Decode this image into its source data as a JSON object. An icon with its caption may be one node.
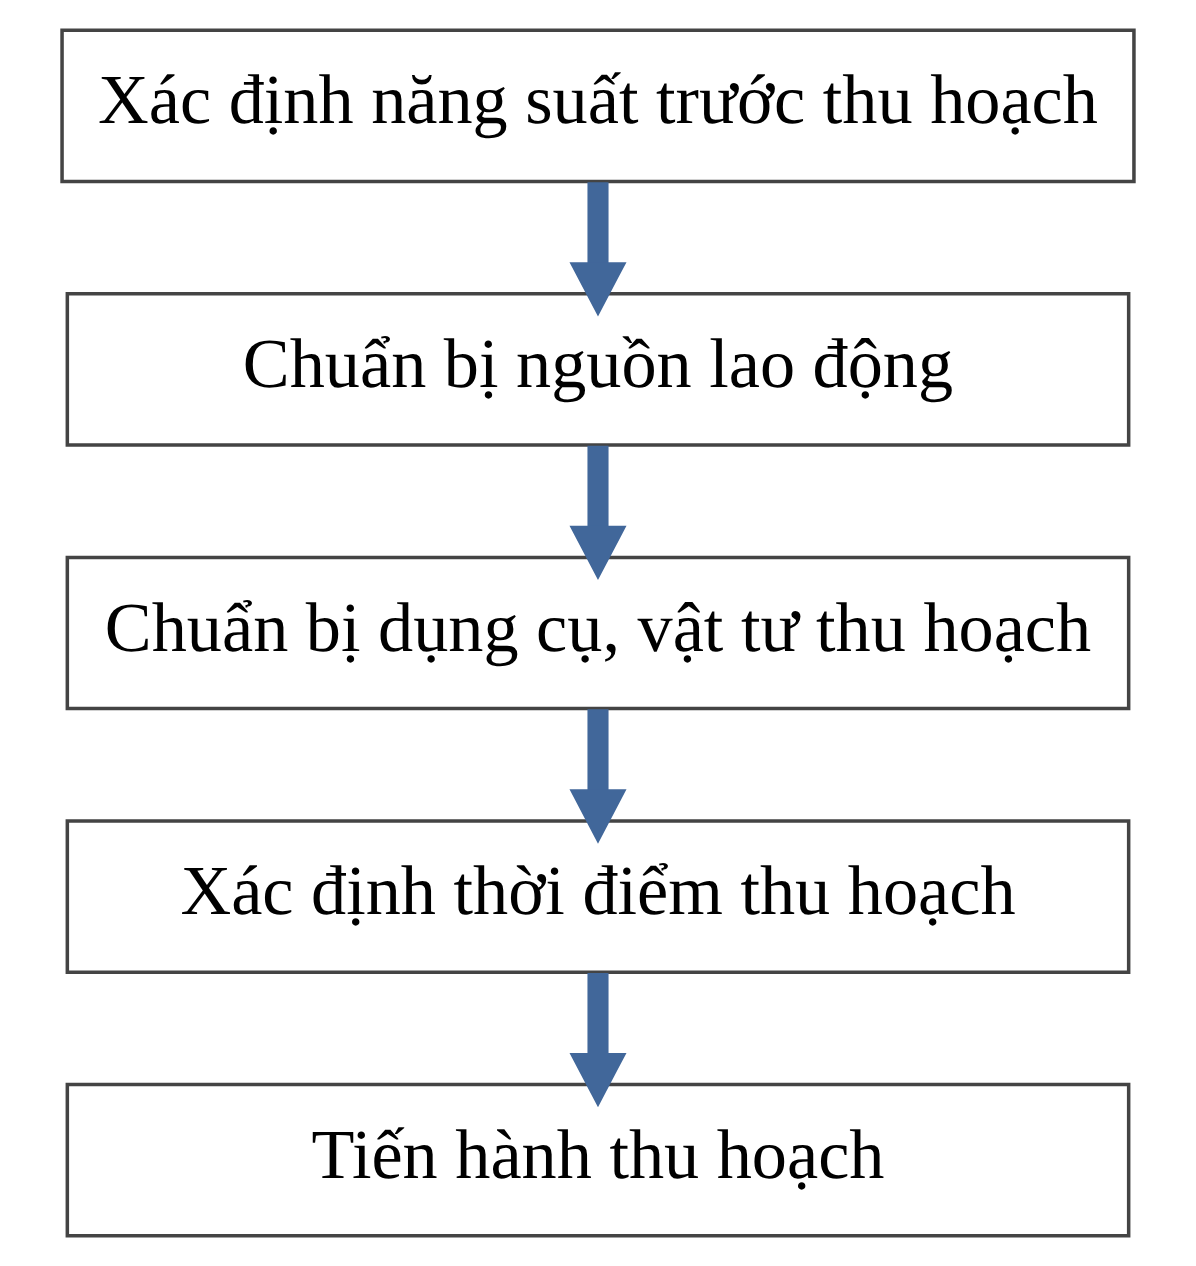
{
  "diagram": {
    "nodes": [
      {
        "text": [
          "Xác định năng suất trước thu hoạch"
        ]
      },
      {
        "text": [
          "Chuẩn bị nguồn lao động"
        ]
      },
      {
        "text": [
          "Chuẩn bị dụng cụ, vật tư thu hoạch"
        ]
      },
      {
        "text": [
          "Xác định thời điểm thu hoạch"
        ]
      },
      {
        "text": [
          "Tiến hành thu hoạch"
        ]
      }
    ],
    "edges": [
      {
        "from": 0,
        "to": 1,
        "arrow": "to"
      },
      {
        "from": 1,
        "to": 2,
        "arrow": "to"
      },
      {
        "from": 2,
        "to": 3,
        "arrow": "to"
      },
      {
        "from": 3,
        "to": 4,
        "arrow": "to"
      }
    ]
  }
}
